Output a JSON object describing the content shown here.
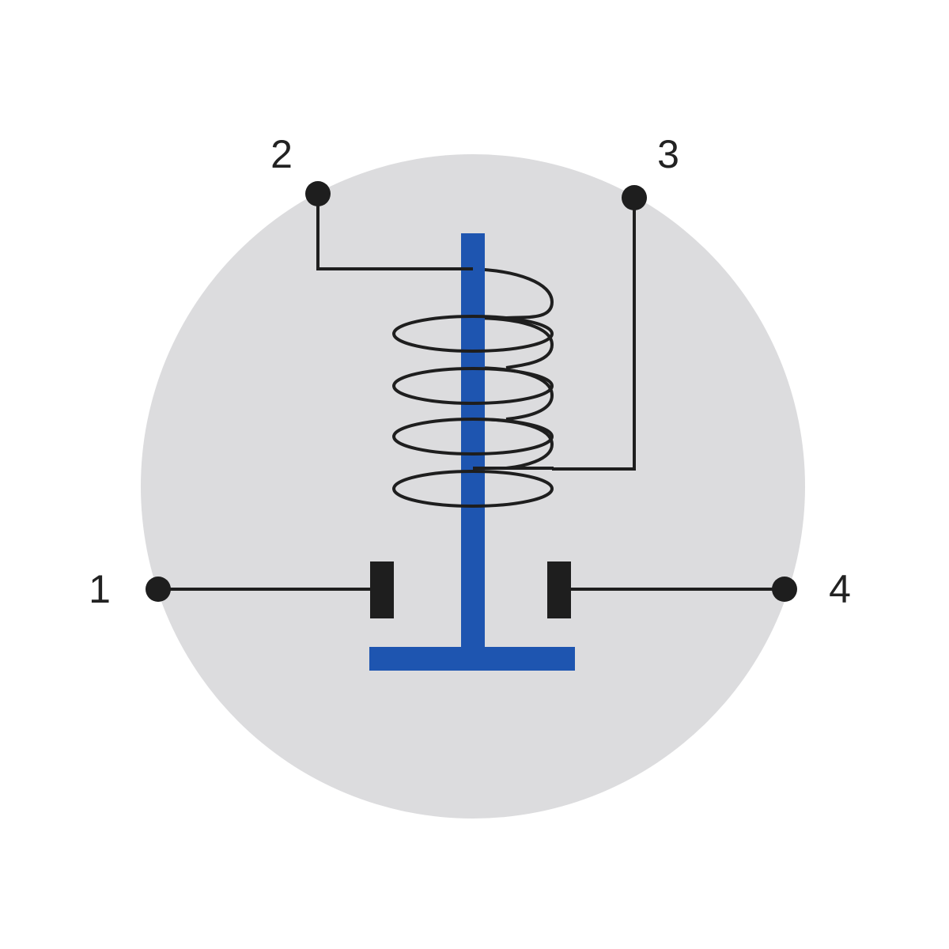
{
  "diagram": {
    "colors": {
      "background": "#ffffff",
      "disc": "#dcdcde",
      "wire": "#1e1e1e",
      "plunger": "#1e55b0",
      "contact": "#1e1e1e"
    },
    "terminals": [
      {
        "id": "t1",
        "label": "1"
      },
      {
        "id": "t2",
        "label": "2"
      },
      {
        "id": "t3",
        "label": "3"
      },
      {
        "id": "t4",
        "label": "4"
      }
    ]
  }
}
